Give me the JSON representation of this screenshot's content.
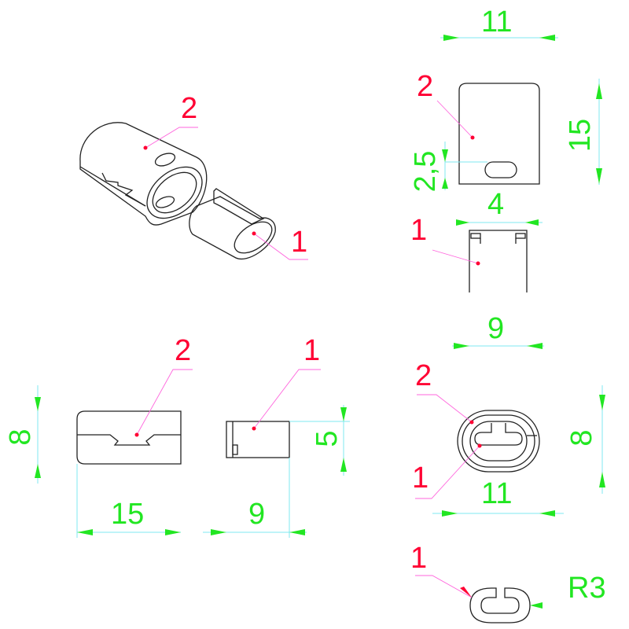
{
  "isometric_view": {
    "part_2_label": "2",
    "part_1_label": "1"
  },
  "top_view_part2": {
    "part_label": "2",
    "width_dim": "11",
    "height_dim": "15",
    "slot_offset_dim": "2,5"
  },
  "top_view_part1": {
    "part_label": "1",
    "slot_width_dim": "4",
    "width_dim": "9"
  },
  "side_view_part2": {
    "part_label": "2",
    "height_dim": "8",
    "length_dim": "15"
  },
  "side_view_part1": {
    "part_label": "1",
    "height_dim": "5",
    "length_dim": "9"
  },
  "end_view_assembly": {
    "outer_label": "2",
    "inner_label": "1",
    "height_dim": "8",
    "width_dim": "11"
  },
  "section_part1": {
    "part_label": "1",
    "radius_dim": "R3"
  },
  "colors": {
    "dimension": "#22e622",
    "label": "#ff0033",
    "leader": "#ff66dd",
    "extension": "#7fe8f0"
  }
}
